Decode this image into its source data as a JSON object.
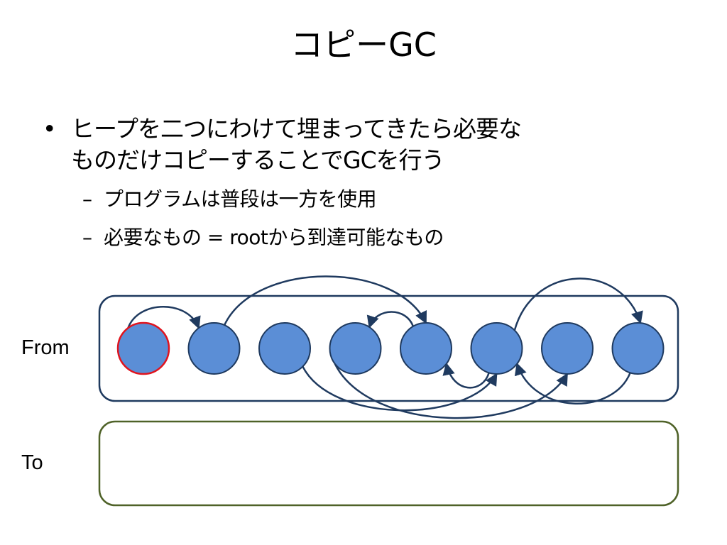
{
  "slide": {
    "title": "コピーGC",
    "bullet_main_line1": "ヒープを二つにわけて埋まってきたら必要な",
    "bullet_main_line2": "ものだけコピーすることでGCを行う",
    "sub_bullets": [
      "プログラムは普段は一方を使用",
      "必要なもの = rootから到達可能なもの"
    ],
    "bullet_marker": "•",
    "sub_bullet_marker": "–"
  },
  "diagram": {
    "from_label": "From",
    "to_label": "To",
    "colors": {
      "node_fill": "#5b8ed6",
      "node_stroke": "#1f3a5f",
      "root_stroke": "#e0141e",
      "from_box_stroke": "#1f3a5f",
      "to_box_stroke": "#4f6228",
      "arrow": "#1f3a5f"
    },
    "node_count": 8,
    "root_node_index": 0,
    "edges": [
      {
        "from": 0,
        "to": 1
      },
      {
        "from": 1,
        "to": 4
      },
      {
        "from": 4,
        "to": 3
      },
      {
        "from": 3,
        "to": 6
      },
      {
        "from": 2,
        "to": 5
      },
      {
        "from": 5,
        "to": 4
      },
      {
        "from": 7,
        "to": 5
      },
      {
        "from": 5,
        "to": 7
      }
    ]
  }
}
